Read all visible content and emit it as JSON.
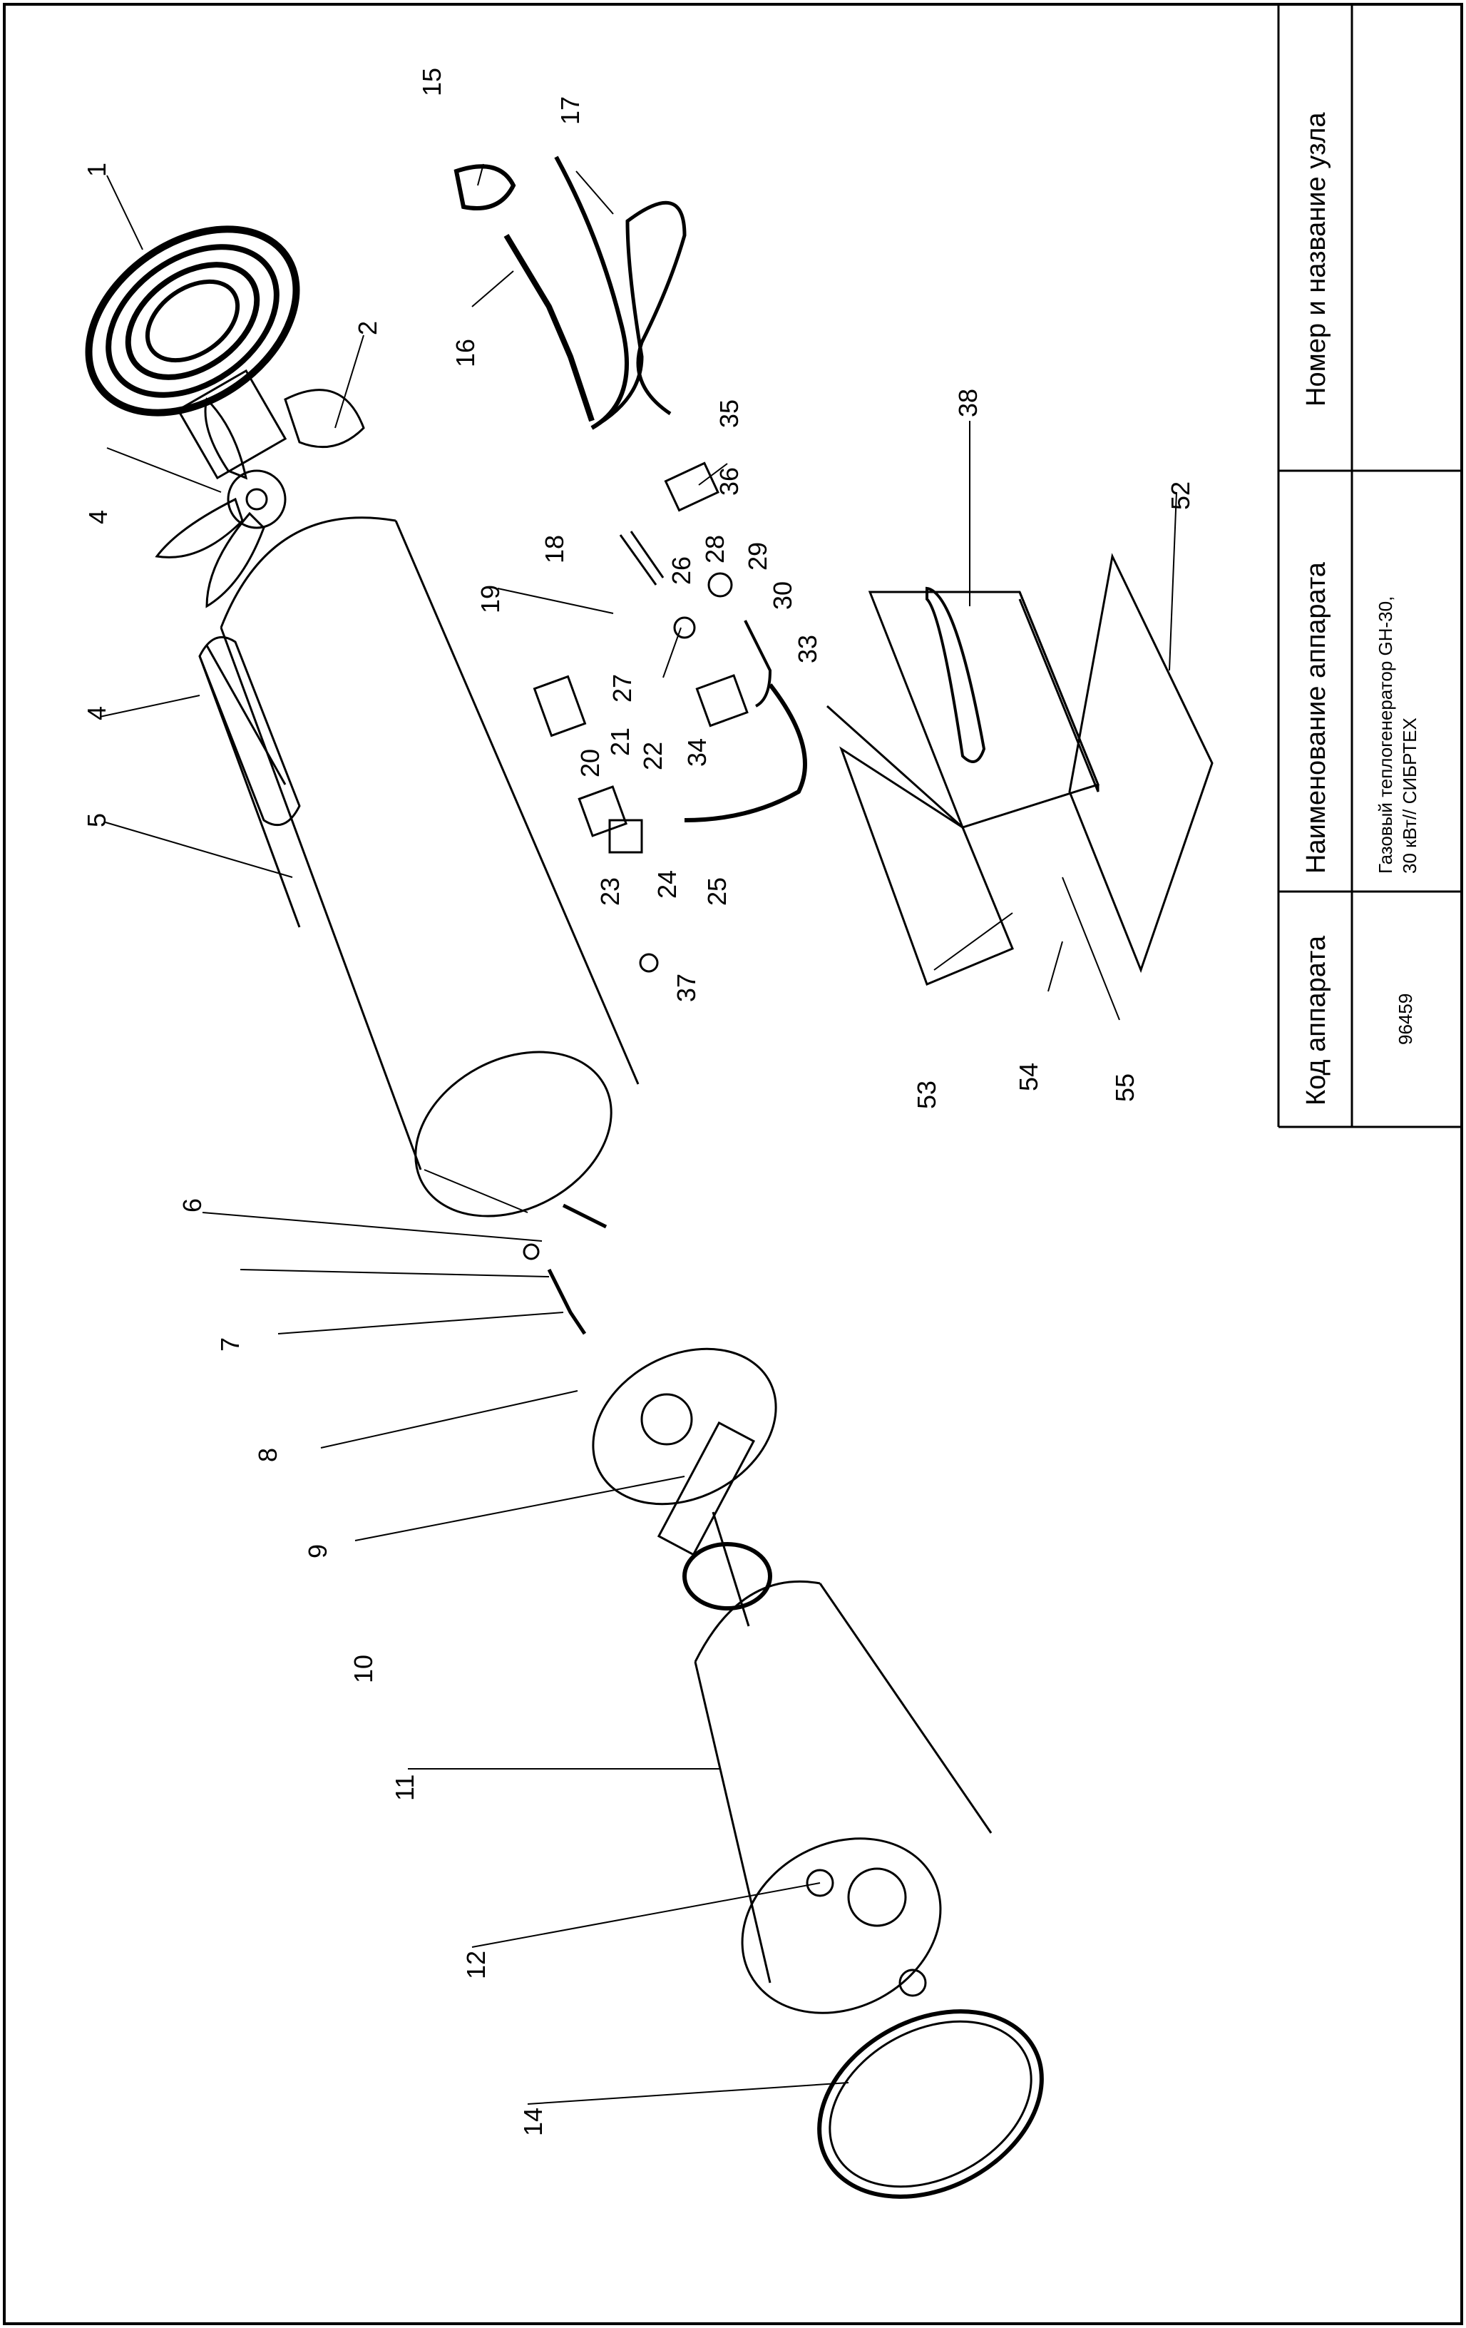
{
  "title_block": {
    "code_header": "Код аппарата",
    "name_header": "Наименование аппарата",
    "node_header": "Номер и название узла",
    "code_value": "96459",
    "name_value_line1": "Газовый теплогенератор GH-30,",
    "name_value_line2": "30 кВт// СИБРТЕХ",
    "node_value": ""
  },
  "callouts": [
    "1",
    "2",
    "4",
    "4",
    "5",
    "6",
    "7",
    "8",
    "9",
    "10",
    "11",
    "12",
    "14",
    "15",
    "16",
    "17",
    "18",
    "19",
    "20",
    "21",
    "22",
    "23",
    "24",
    "25",
    "26",
    "27",
    "28",
    "29",
    "30",
    "33",
    "34",
    "35",
    "36",
    "37",
    "38",
    "52",
    "53",
    "54",
    "55"
  ]
}
